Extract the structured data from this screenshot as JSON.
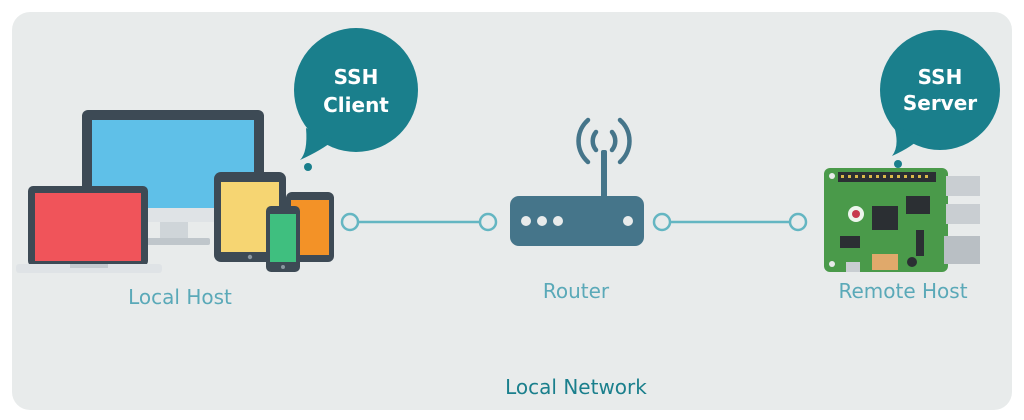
{
  "bubbles": {
    "client": {
      "line1": "SSH",
      "line2": "Client"
    },
    "server": {
      "line1": "SSH",
      "line2": "Server"
    }
  },
  "labels": {
    "local_host": "Local Host",
    "router": "Router",
    "remote_host": "Remote Host",
    "network": "Local Network"
  },
  "colors": {
    "background_panel": "#e8ebeb",
    "bubble": "#1a7f8c",
    "label_teal": "#5aa9b8",
    "connector": "#64b6c2",
    "router_body": "#45758a",
    "device_frame": "#3d4a55",
    "monitor_screen": "#5fc0e8",
    "laptop_screen": "#f0545a",
    "tablet_screen": "#f6d572",
    "phone_screen": "#3fbf7f",
    "tablet2_screen": "#f39227",
    "board_green": "#4a9a4a"
  },
  "icons": {
    "local": "devices-icon",
    "router": "router-icon",
    "wifi": "wifi-icon",
    "remote": "raspberry-pi-icon"
  }
}
